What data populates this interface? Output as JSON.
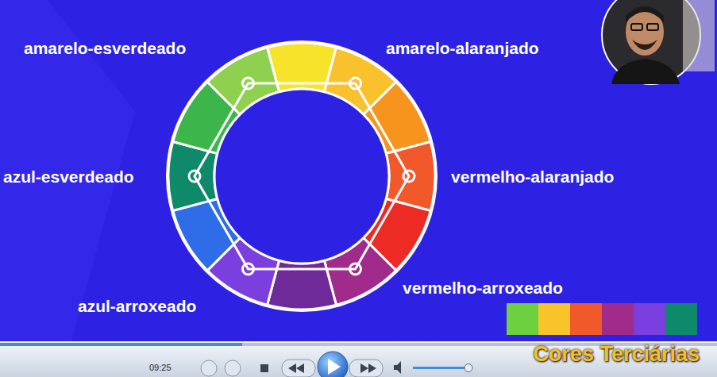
{
  "diagram": {
    "title": "Cores Terciárias",
    "labels": [
      "amarelo-esverdeado",
      "amarelo-alaranjado",
      "azul-esverdeado",
      "vermelho-alaranjado",
      "vermelho-arroxeado",
      "azul-arroxeado",
      "09:25"
    ]
  }
}
